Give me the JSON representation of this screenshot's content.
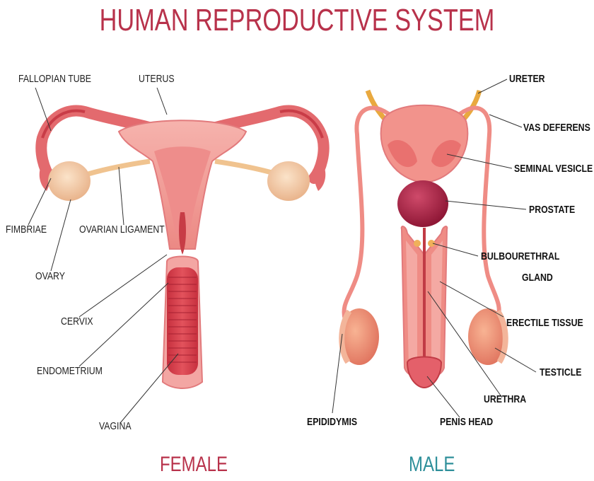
{
  "title": "HUMAN REPRODUCTIVE SYSTEM",
  "colors": {
    "title": "#b8324b",
    "female_caption": "#b8324b",
    "male_caption": "#2e8f9a",
    "tissue": "#e9777a",
    "tissue_light": "#f4a8a6",
    "tissue_dark": "#c53845",
    "ovary": "#f3c9a3",
    "prostate": "#a51f43",
    "ureter": "#e9a93f"
  },
  "female": {
    "caption": "FEMALE",
    "labels": {
      "fallopian_tube": "FALLOPIAN TUBE",
      "uterus": "UTERUS",
      "fimbriae": "FIMBRIAE",
      "ovarian_ligament": "OVARIAN LIGAMENT",
      "ovary": "OVARY",
      "cervix": "CERVIX",
      "endometrium": "ENDOMETRIUM",
      "vagina": "VAGINA"
    }
  },
  "male": {
    "caption": "MALE",
    "labels": {
      "ureter": "URETER",
      "vas_deferens": "VAS DEFERENS",
      "seminal_vesicle": "SEMINAL VESICLE",
      "prostate": "PROSTATE",
      "bulbourethral_gland_line1": "BULBOURETHRAL",
      "bulbourethral_gland_line2": "GLAND",
      "erectile_tissue": "ERECTILE TISSUE",
      "testicle": "TESTICLE",
      "urethra": "URETHRA",
      "penis_head": "PENIS HEAD",
      "epididymis": "EPIDIDYMIS"
    }
  }
}
